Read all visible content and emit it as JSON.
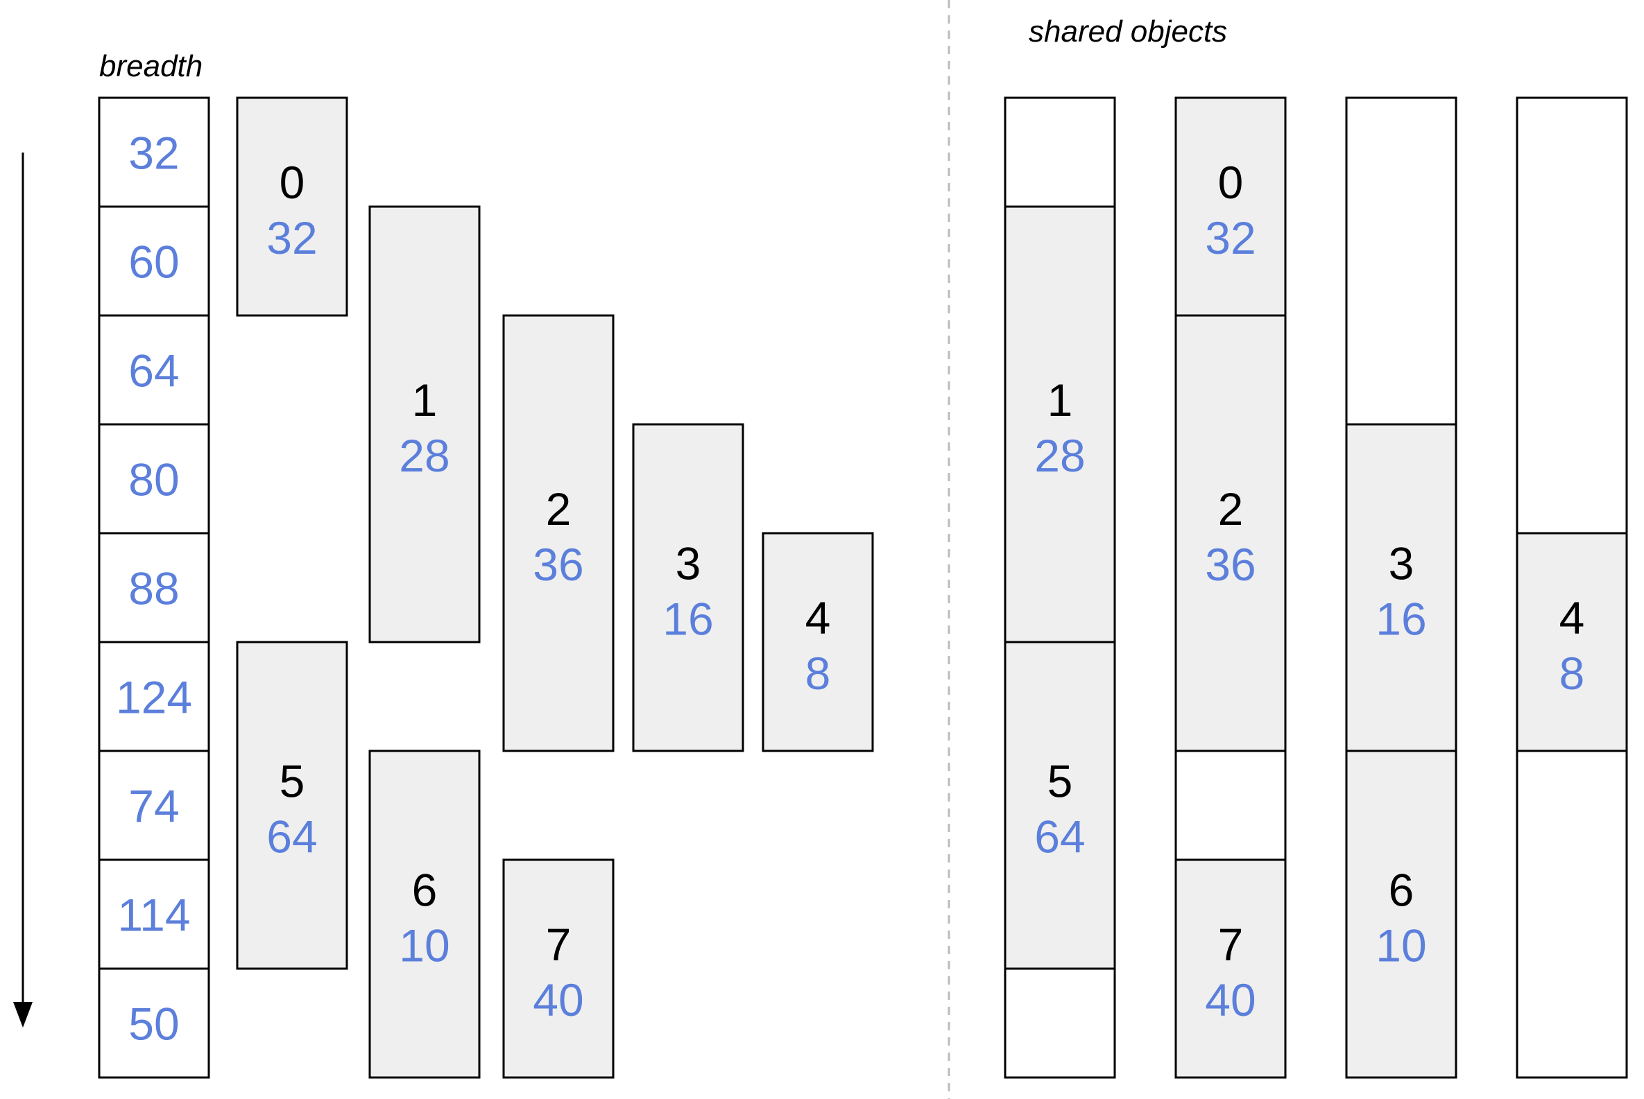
{
  "breadth_label": "breadth",
  "shared_label": "shared objects",
  "colors": {
    "stroke": "#000000",
    "fill": "#efefef",
    "empty": "#ffffff",
    "value": "#5b7fdb",
    "divider": "#bbbbbb"
  },
  "breadth": [
    "32",
    "60",
    "64",
    "80",
    "88",
    "124",
    "74",
    "114",
    "50"
  ],
  "tensors": [
    {
      "id": "0",
      "size": "32",
      "first_step": 0,
      "last_step": 1
    },
    {
      "id": "1",
      "size": "28",
      "first_step": 1,
      "last_step": 4
    },
    {
      "id": "2",
      "size": "36",
      "first_step": 2,
      "last_step": 5
    },
    {
      "id": "3",
      "size": "16",
      "first_step": 3,
      "last_step": 5
    },
    {
      "id": "4",
      "size": "8",
      "first_step": 4,
      "last_step": 5
    },
    {
      "id": "5",
      "size": "64",
      "first_step": 5,
      "last_step": 7
    },
    {
      "id": "6",
      "size": "10",
      "first_step": 6,
      "last_step": 8
    },
    {
      "id": "7",
      "size": "40",
      "first_step": 7,
      "last_step": 8
    }
  ],
  "shared_objects": [
    [
      {
        "tensor": "1",
        "size": "28",
        "first_step": 1,
        "last_step": 4
      },
      {
        "tensor": "5",
        "size": "64",
        "first_step": 5,
        "last_step": 7
      }
    ],
    [
      {
        "tensor": "0",
        "size": "32",
        "first_step": 0,
        "last_step": 1
      },
      {
        "tensor": "2",
        "size": "36",
        "first_step": 2,
        "last_step": 5
      },
      {
        "tensor": "7",
        "size": "40",
        "first_step": 7,
        "last_step": 8
      }
    ],
    [
      {
        "tensor": "3",
        "size": "16",
        "first_step": 3,
        "last_step": 5
      },
      {
        "tensor": "6",
        "size": "10",
        "first_step": 6,
        "last_step": 8
      }
    ],
    [
      {
        "tensor": "4",
        "size": "8",
        "first_step": 4,
        "last_step": 5
      }
    ]
  ]
}
